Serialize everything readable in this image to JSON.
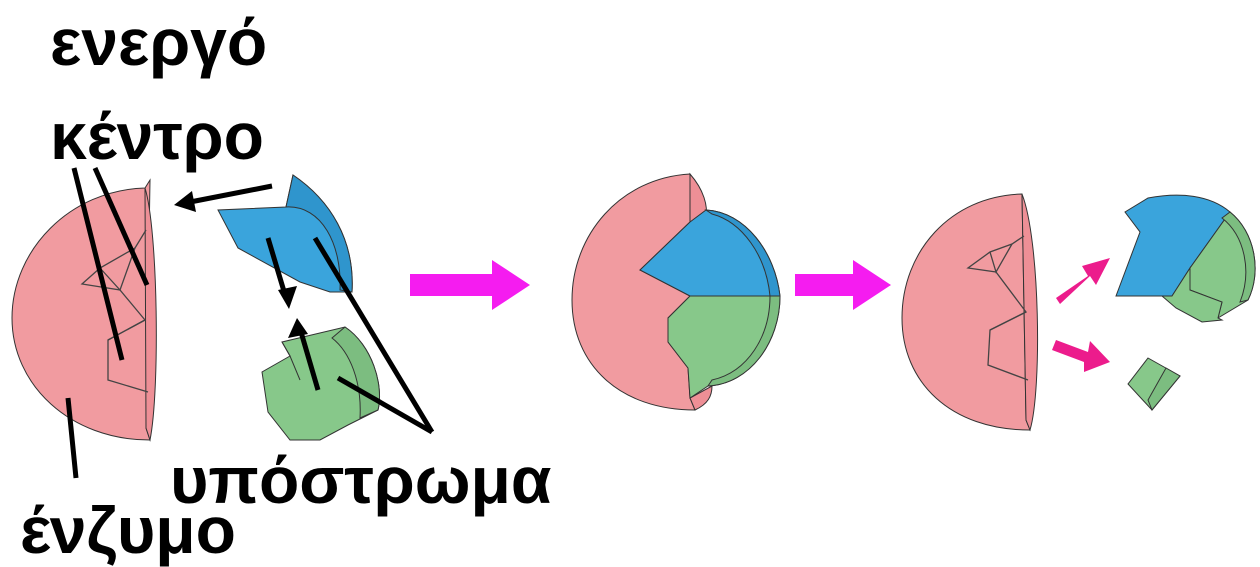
{
  "labels": {
    "active_site_line1": "ενεργό",
    "active_site_line2": "κέντρο",
    "substrate": "υπόστρωμα",
    "enzyme": "ένζυμο"
  },
  "colors": {
    "enzyme": "#F19BA0",
    "substrate_blue": "#3AA4DC",
    "substrate_green": "#87C88A",
    "process_arrow": "#F51CF0",
    "release_arrow": "#EC1C8C",
    "outline": "#333333"
  }
}
